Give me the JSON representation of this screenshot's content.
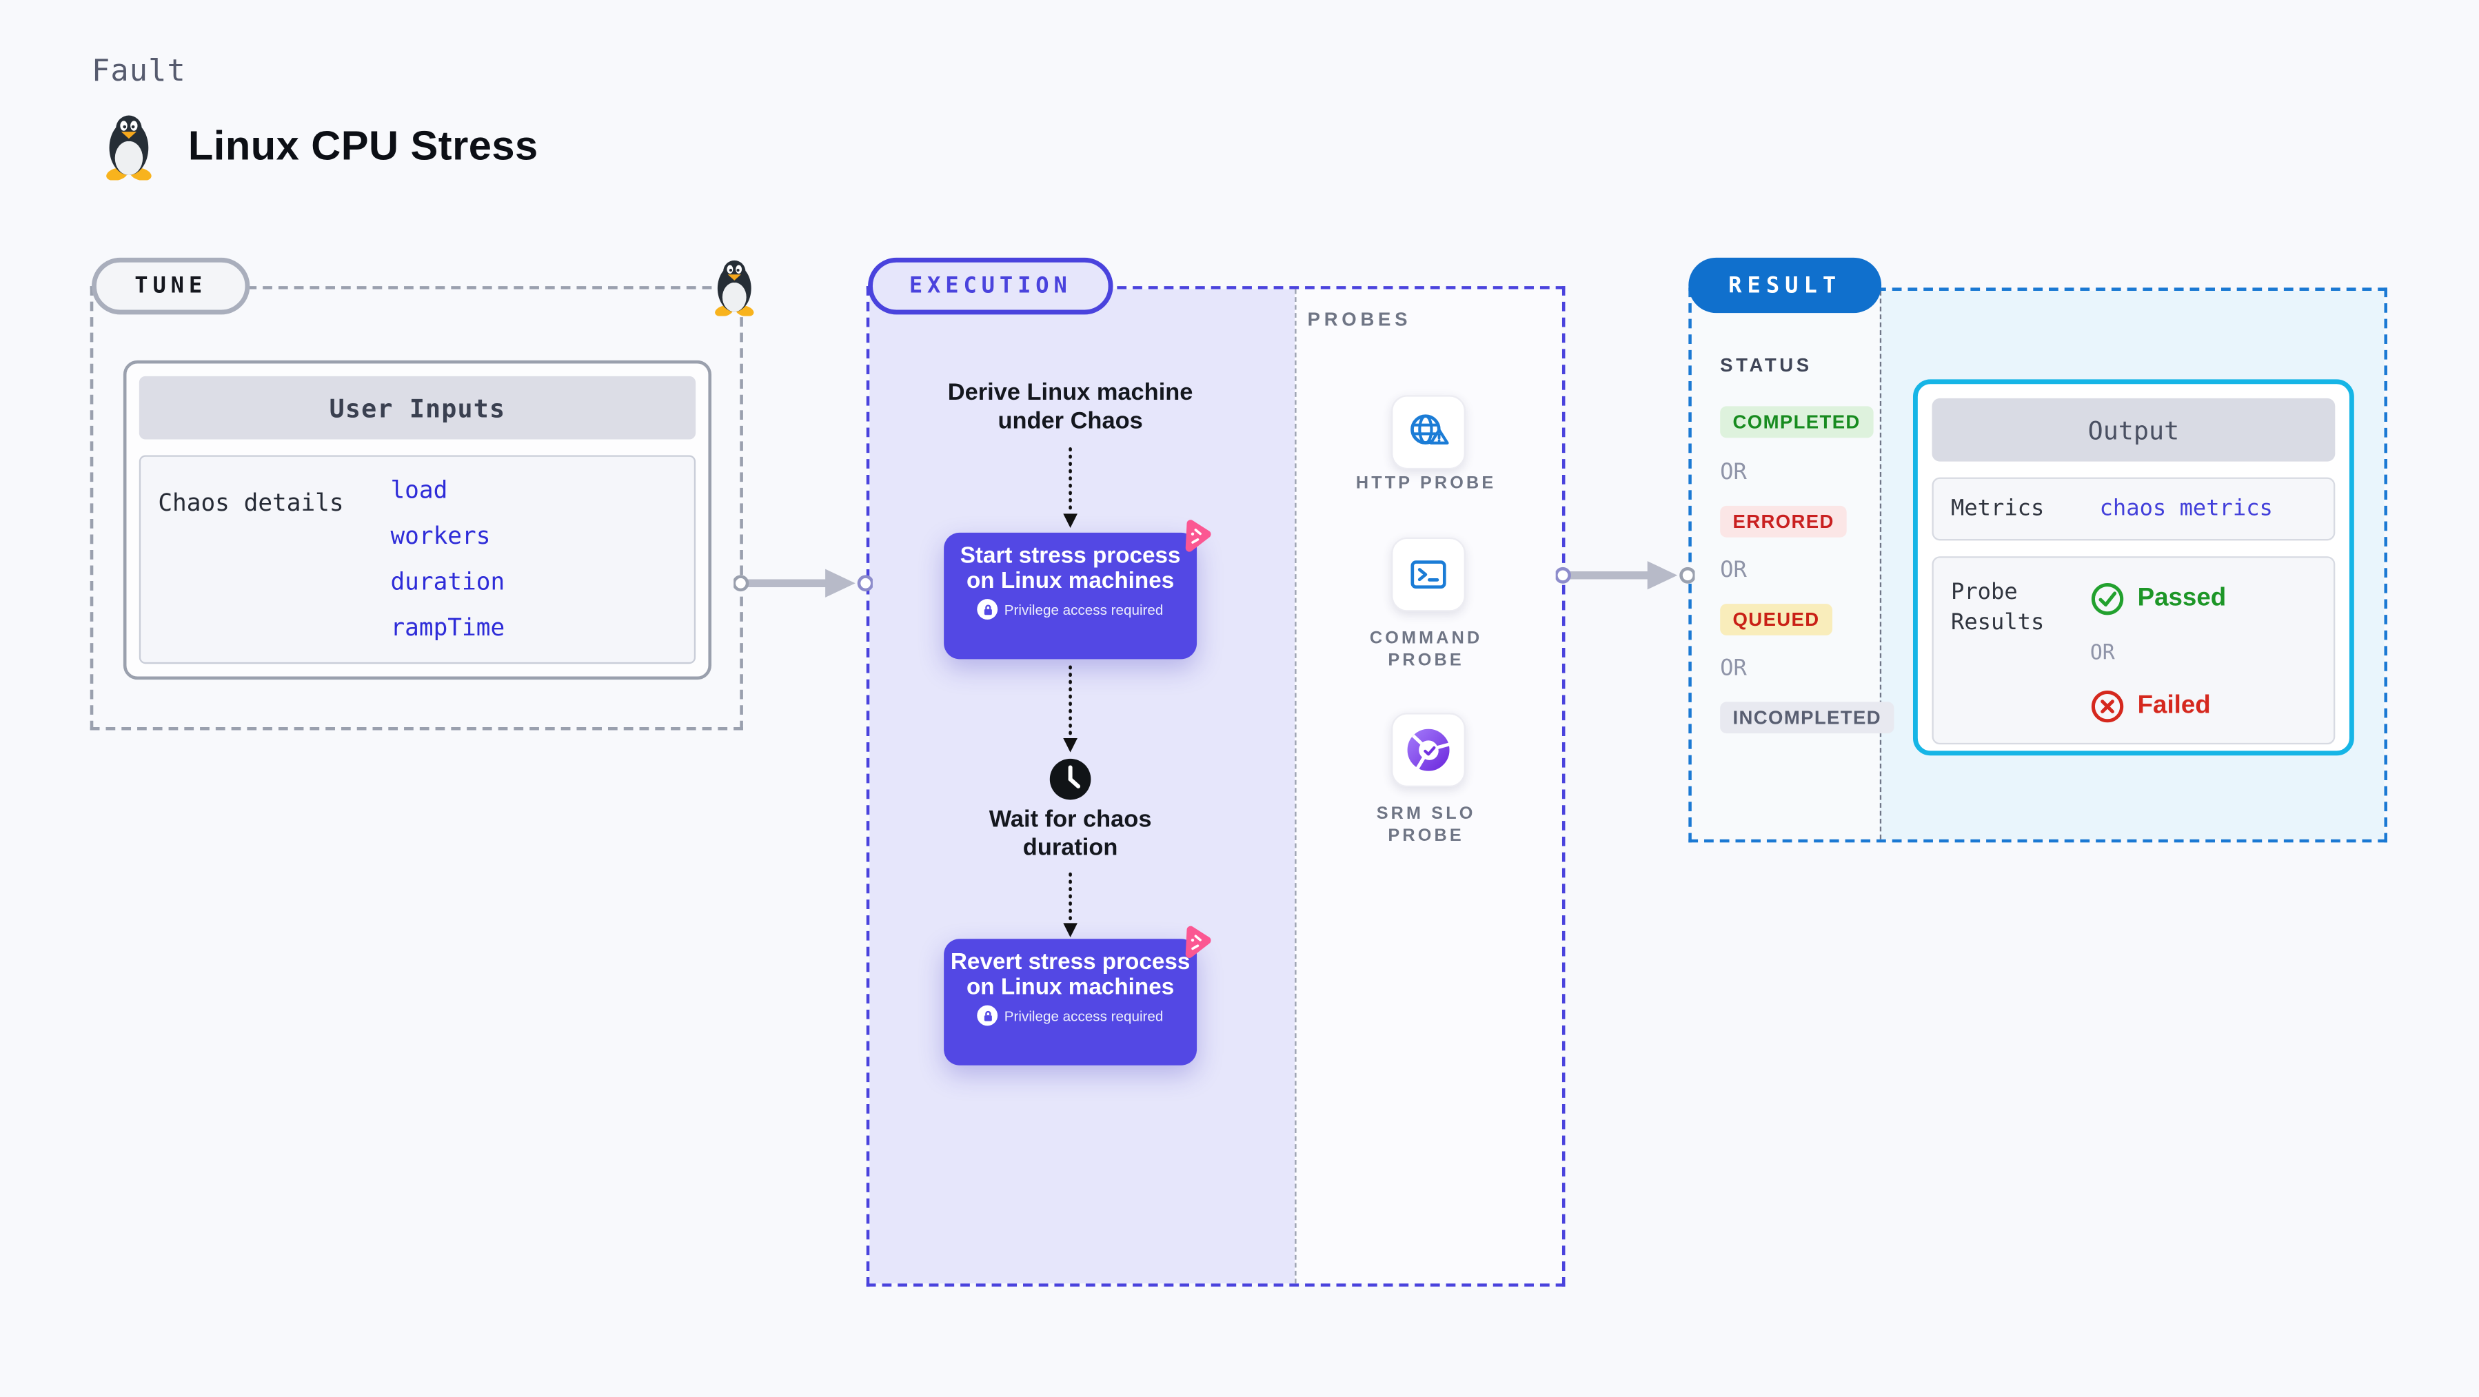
{
  "header": {
    "kicker": "Fault",
    "title": "Linux CPU Stress"
  },
  "tune": {
    "label": "TUNE",
    "card_title": "User Inputs",
    "row_label": "Chaos details",
    "inputs": [
      "load",
      "workers",
      "duration",
      "rampTime"
    ]
  },
  "execution": {
    "label": "EXECUTION",
    "steps": {
      "derive": "Derive Linux machine under Chaos",
      "start": "Start stress process on Linux machines",
      "wait": "Wait for chaos duration",
      "revert": "Revert stress process on Linux machines"
    },
    "privilege_badge": "Privilege access required"
  },
  "probes": {
    "label": "PROBES",
    "items": [
      {
        "name": "HTTP PROBE",
        "icon": "globe-alert-icon"
      },
      {
        "name": "COMMAND PROBE",
        "icon": "terminal-icon"
      },
      {
        "name": "SRM SLO PROBE",
        "icon": "slo-donut-icon"
      }
    ]
  },
  "result": {
    "label": "RESULT",
    "status_label": "STATUS",
    "or_label": "OR",
    "statuses": [
      {
        "text": "COMPLETED",
        "tone": "success"
      },
      {
        "text": "ERRORED",
        "tone": "error"
      },
      {
        "text": "QUEUED",
        "tone": "warning"
      },
      {
        "text": "INCOMPLETED",
        "tone": "muted"
      }
    ],
    "output": {
      "title": "Output",
      "metrics_label": "Metrics",
      "metrics_value": "chaos metrics",
      "probe_results_label": "Probe Results",
      "passed": "Passed",
      "or": "OR",
      "failed": "Failed"
    }
  },
  "colors": {
    "accent_indigo": "#4a43dd",
    "node_purple": "#5348e4",
    "result_blue": "#1070cd",
    "output_border_cyan": "#16b5e6",
    "link_blue": "#2e2cd8",
    "success_green": "#1d9627",
    "error_red": "#cb2020",
    "probe_icon_blue": "#1b7cd6",
    "chaos_pink": "#fb5792"
  }
}
